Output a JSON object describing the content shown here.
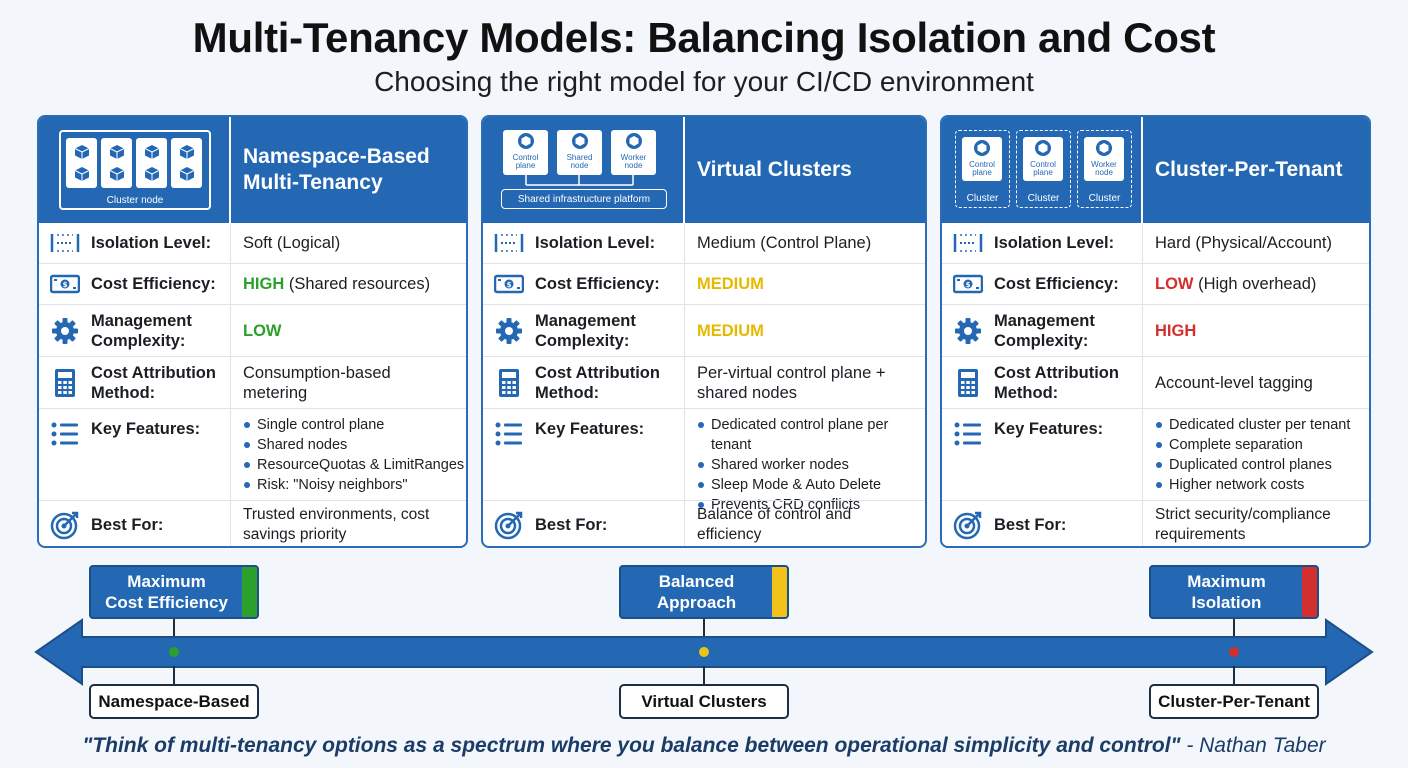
{
  "title": "Multi-Tenancy Models: Balancing Isolation and Cost",
  "subtitle": "Choosing the right model for your CI/CD environment",
  "row_labels": {
    "isolation": "Isolation Level:",
    "cost_eff": "Cost Efficiency:",
    "mgmt_1": "Management",
    "mgmt_2": "Complexity:",
    "attr_1": "Cost Attribution",
    "attr_2": "Method:",
    "features": "Key Features:",
    "best": "Best For:"
  },
  "cards": [
    {
      "title_1": "Namespace-Based",
      "title_2": "Multi-Tenancy",
      "illus_label": "Cluster node",
      "isolation": "Soft (Logical)",
      "cost_eff_level": "HIGH",
      "cost_eff_note": "(Shared resources)",
      "mgmt": "LOW",
      "attr_1": "Consumption-based",
      "attr_2": "metering",
      "features": [
        "Single control plane",
        "Shared nodes",
        "ResourceQuotas & LimitRanges",
        "Risk: \"Noisy neighbors\""
      ],
      "best_1": "Trusted environments, cost",
      "best_2": "savings priority"
    },
    {
      "title_1": "Virtual Clusters",
      "title_2": "",
      "illus_boxes": [
        "Control plane",
        "Shared node",
        "Worker node"
      ],
      "illus_label": "Shared infrastructure platform",
      "isolation": "Medium (Control Plane)",
      "cost_eff_level": "MEDIUM",
      "cost_eff_note": "",
      "mgmt": "MEDIUM",
      "attr_1": "Per-virtual control plane +",
      "attr_2": "shared nodes",
      "features": [
        "Dedicated control plane per tenant",
        "Shared worker nodes",
        "Sleep Mode & Auto Delete",
        "Prevents CRD conflicts"
      ],
      "best_1": "Balance of control and",
      "best_2": "efficiency"
    },
    {
      "title_1": "Cluster-Per-Tenant",
      "title_2": "",
      "illus_boxes": [
        "Control plane",
        "Control plane",
        "Worker node"
      ],
      "illus_cluster": "Cluster",
      "isolation": "Hard (Physical/Account)",
      "cost_eff_level": "LOW",
      "cost_eff_note": "(High overhead)",
      "mgmt": "HIGH",
      "attr_1": "Account-level tagging",
      "attr_2": "",
      "features": [
        "Dedicated cluster per tenant",
        "Complete separation",
        "Duplicated control planes",
        "Higher network costs"
      ],
      "best_1": "Strict security/compliance",
      "best_2": "requirements"
    }
  ],
  "spectrum": {
    "top": [
      {
        "line1": "Maximum",
        "line2": "Cost Efficiency",
        "color": "#2ca02c"
      },
      {
        "line1": "Balanced",
        "line2": "Approach",
        "color": "#f2c21b"
      },
      {
        "line1": "Maximum",
        "line2": "Isolation",
        "color": "#d32f2f"
      }
    ],
    "bottom": [
      "Namespace-Based",
      "Virtual Clusters",
      "Cluster-Per-Tenant"
    ]
  },
  "colors": {
    "primary": "#2468b4",
    "green": "#2ca02c",
    "yellow": "#e6b800",
    "red": "#d32f2f"
  },
  "quote": {
    "text": "\"Think of multi-tenancy options as a spectrum where you balance between operational simplicity and control\"",
    "author": " - Nathan Taber"
  }
}
